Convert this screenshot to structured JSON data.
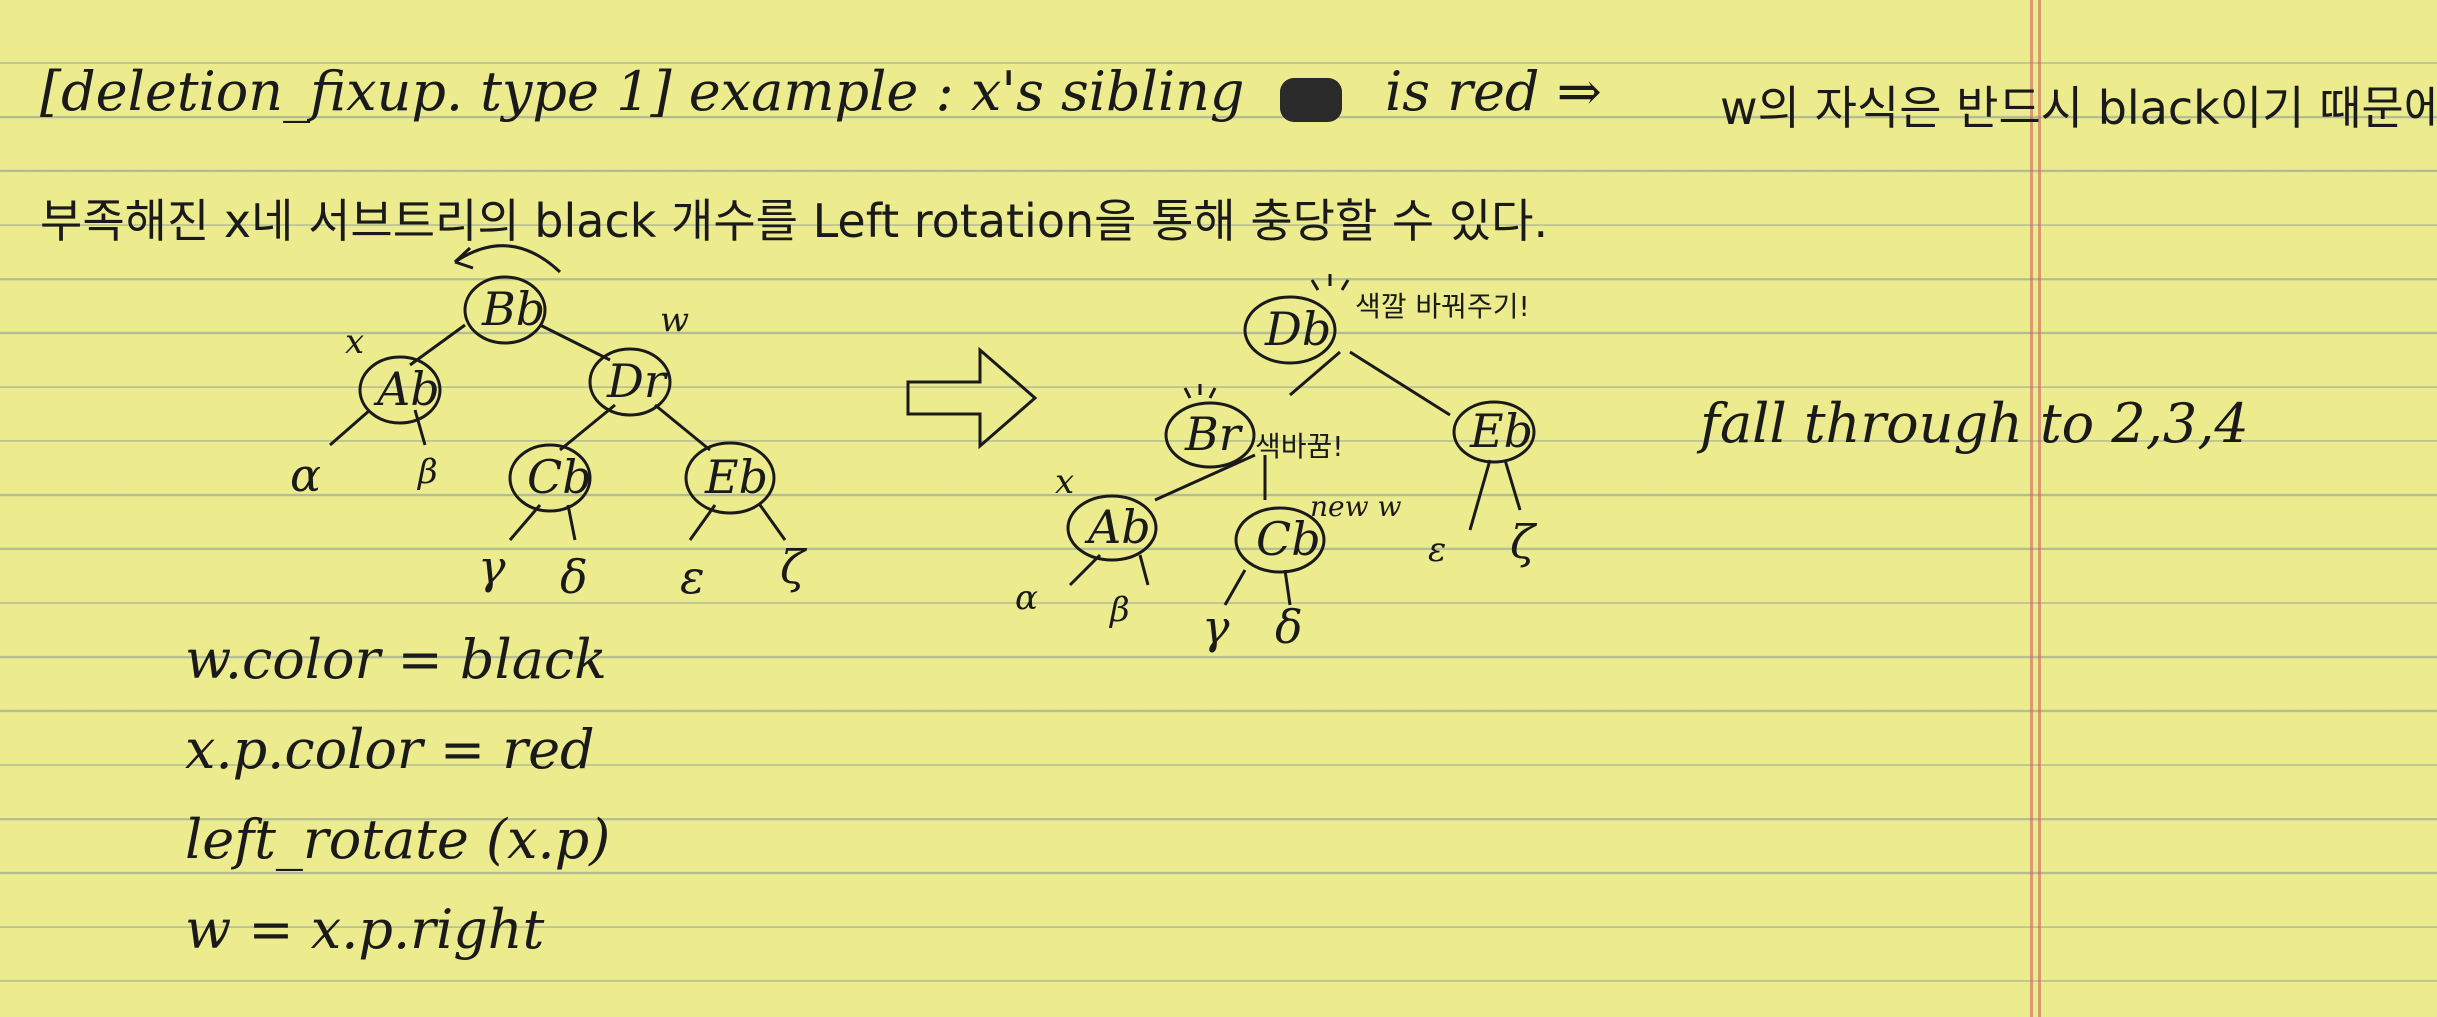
{
  "heading": {
    "line1_part1": "[deletion_fixup. type 1] example : x's sibling",
    "line1_part2": "is red ⇒",
    "line1_part3": "w의 자식은 반드시 black이기 때문에",
    "line2": "부족해진 x네 서브트리의 black 개수를 Left rotation을 통해 충당할 수 있다."
  },
  "before_tree": {
    "rotation_arrow": "↶",
    "nodes": {
      "root": "Bb",
      "left": "Ab",
      "right": "Dr",
      "right_left": "Cb",
      "right_right": "Eb"
    },
    "labels": {
      "x": "x",
      "w": "w",
      "alpha": "α",
      "beta": "β",
      "gamma": "γ",
      "delta": "δ",
      "epsilon": "ε",
      "zeta": "ζ"
    }
  },
  "after_tree": {
    "nodes": {
      "root": "Db",
      "left": "Br",
      "left_left": "Ab",
      "left_right": "Cb",
      "right": "Eb"
    },
    "labels": {
      "x": "x",
      "new_w": "new w",
      "alpha": "α",
      "beta": "β",
      "gamma": "γ",
      "delta": "δ",
      "epsilon": "ε",
      "zeta": "ζ"
    },
    "notes": {
      "root_note": "색깔 바꿔주기!",
      "left_note": "색바꿈!"
    }
  },
  "code_lines": [
    "w.color = black",
    "x.p.color = red",
    "left_rotate (x.p)",
    "w = x.p.right"
  ],
  "side_note": "fall through to 2,3,4",
  "colors": {
    "paper": "#ecec8e",
    "rule_line": "#7f93a0",
    "margin_line": "#c85a5a",
    "ink": "#1a1a1a"
  }
}
